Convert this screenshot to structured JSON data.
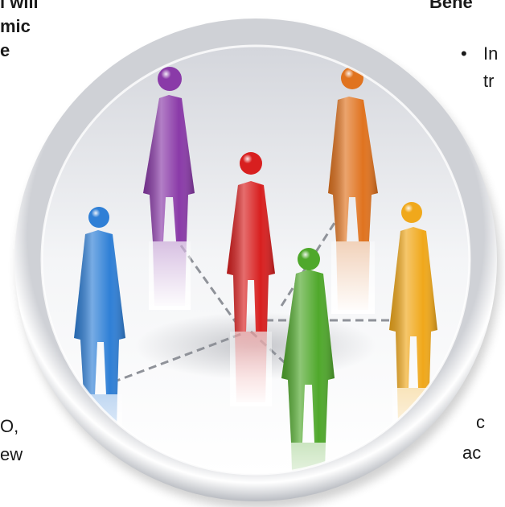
{
  "left_text": {
    "heading_lines": [
      "l will",
      "mic",
      "e"
    ],
    "body_lines": [
      "O,",
      "ew"
    ]
  },
  "right_text": {
    "heading": "Bene",
    "bullet_char": "•",
    "bullet_lines": [
      "In",
      "tr"
    ],
    "bottom_lines": [
      "c",
      "ac"
    ]
  },
  "illustration": {
    "figure_colors": [
      "#8a3aa8",
      "#e0731f",
      "#d81f1f",
      "#2f7fd6",
      "#4fa82b",
      "#f0a81b"
    ]
  }
}
